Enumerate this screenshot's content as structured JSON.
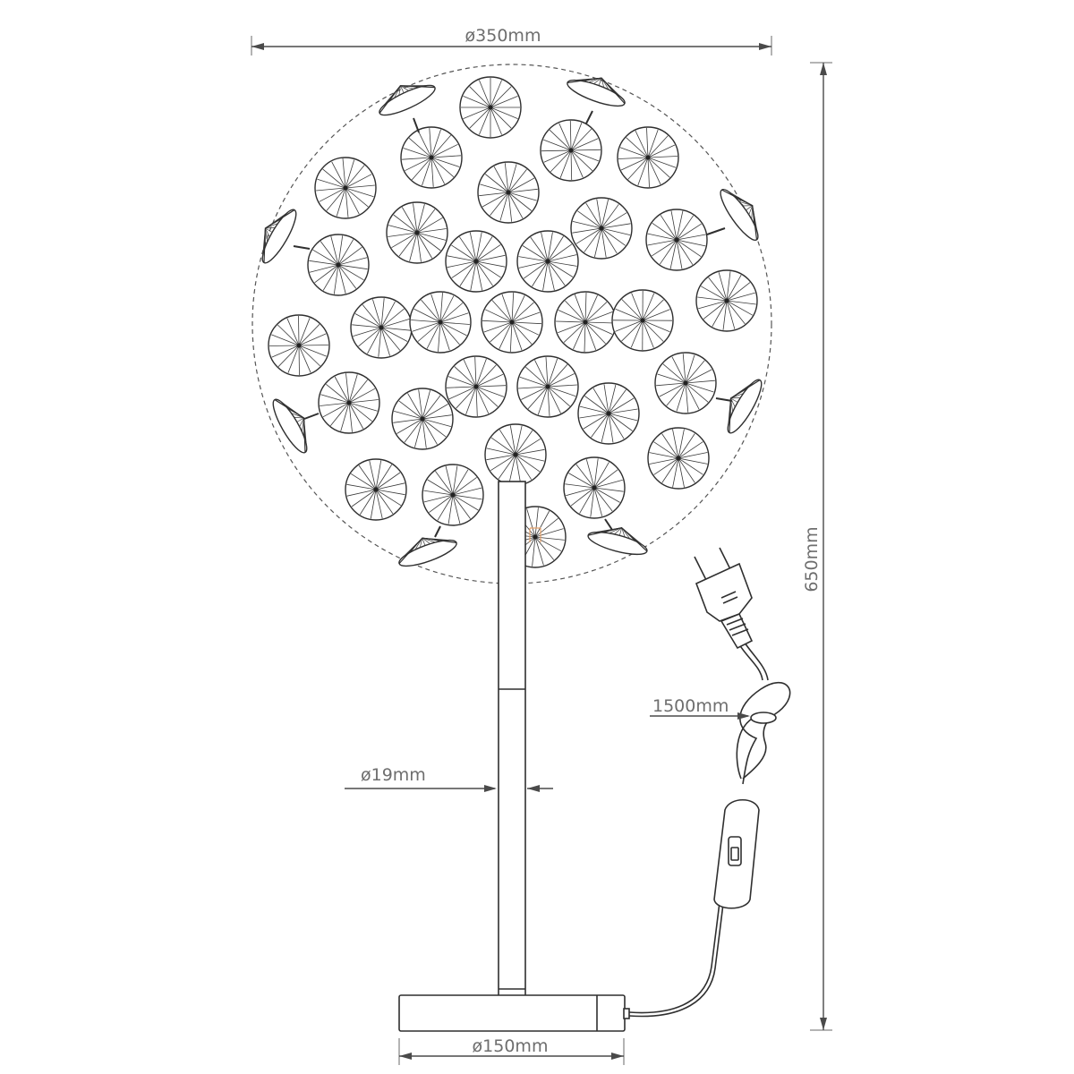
{
  "dimensions": {
    "shade_diameter": "ø350mm",
    "height": "650mm",
    "cable_length": "1500mm",
    "stem_diameter": "ø19mm",
    "base_diameter": "ø150mm"
  },
  "colors": {
    "line": "#2f2f2f",
    "dimension_text": "#6e6e6e",
    "accent": "#e3a06a"
  },
  "icons": [
    "power-plug-icon",
    "inline-switch-icon"
  ]
}
